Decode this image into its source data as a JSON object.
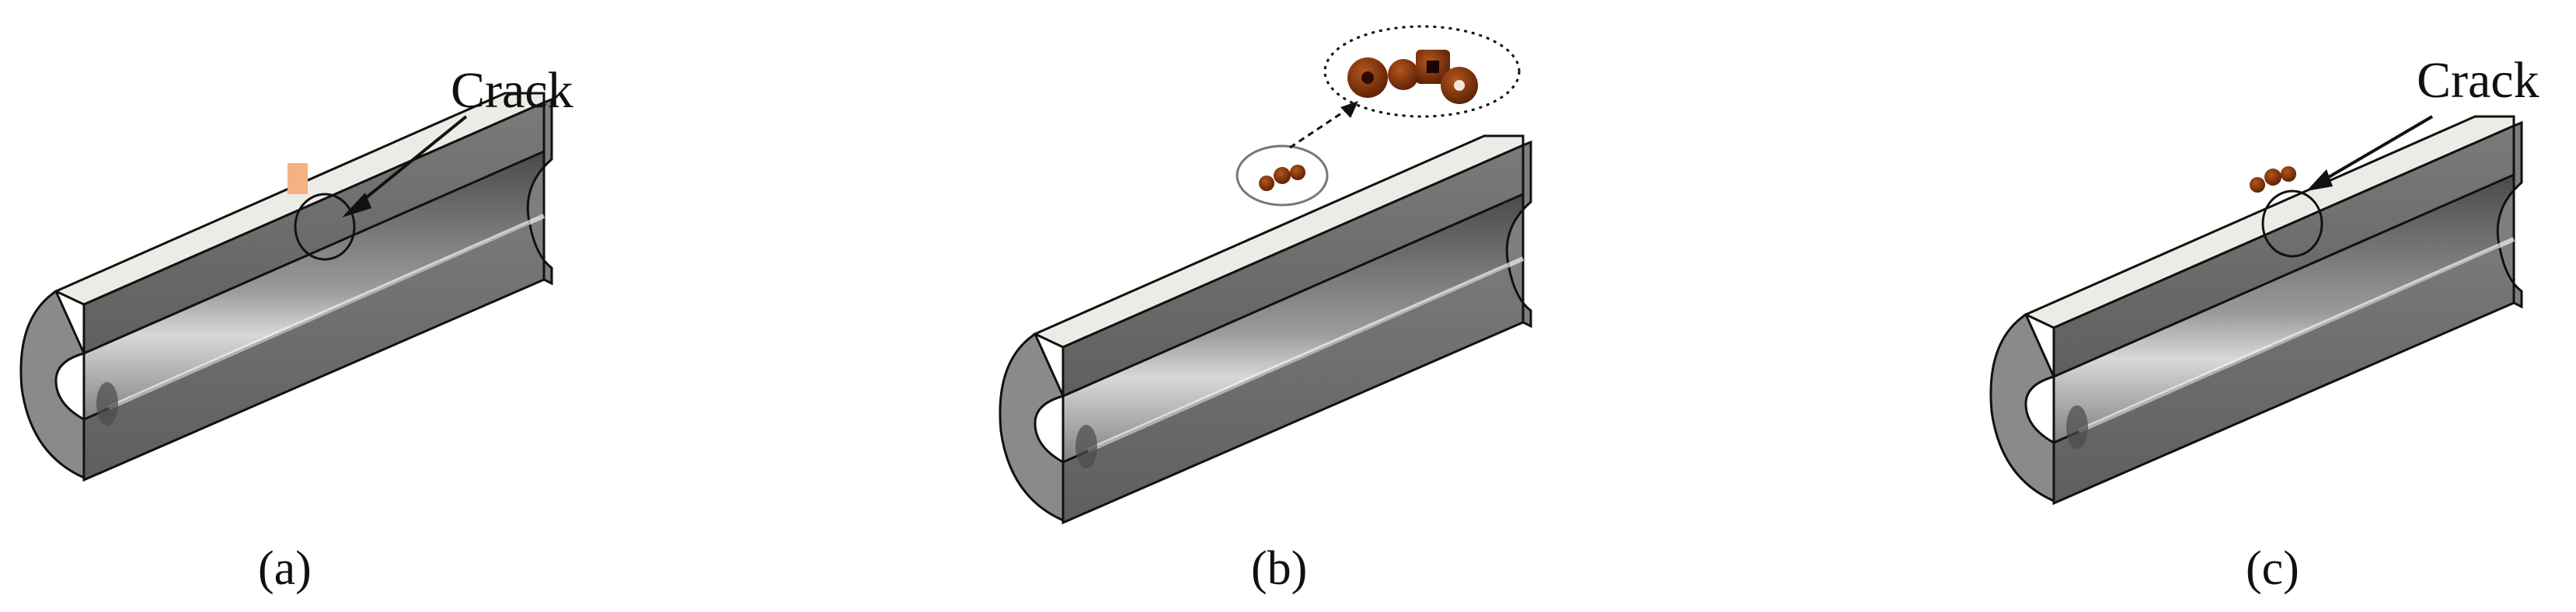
{
  "figure": {
    "panels": [
      {
        "id": "a",
        "label": "(a)",
        "annotation": "Crack",
        "sensor_color": "#F4B183"
      },
      {
        "id": "b",
        "label": "(b)",
        "annotation": ""
      },
      {
        "id": "c",
        "label": "(c)",
        "annotation": "Crack"
      }
    ]
  },
  "colors": {
    "pipe_body": "#6E6E6E",
    "pipe_top_face": "#EDEDE8",
    "pipe_end_face": "#8A8A8A",
    "transducer": "#7A2E0A",
    "outline": "#111111"
  }
}
